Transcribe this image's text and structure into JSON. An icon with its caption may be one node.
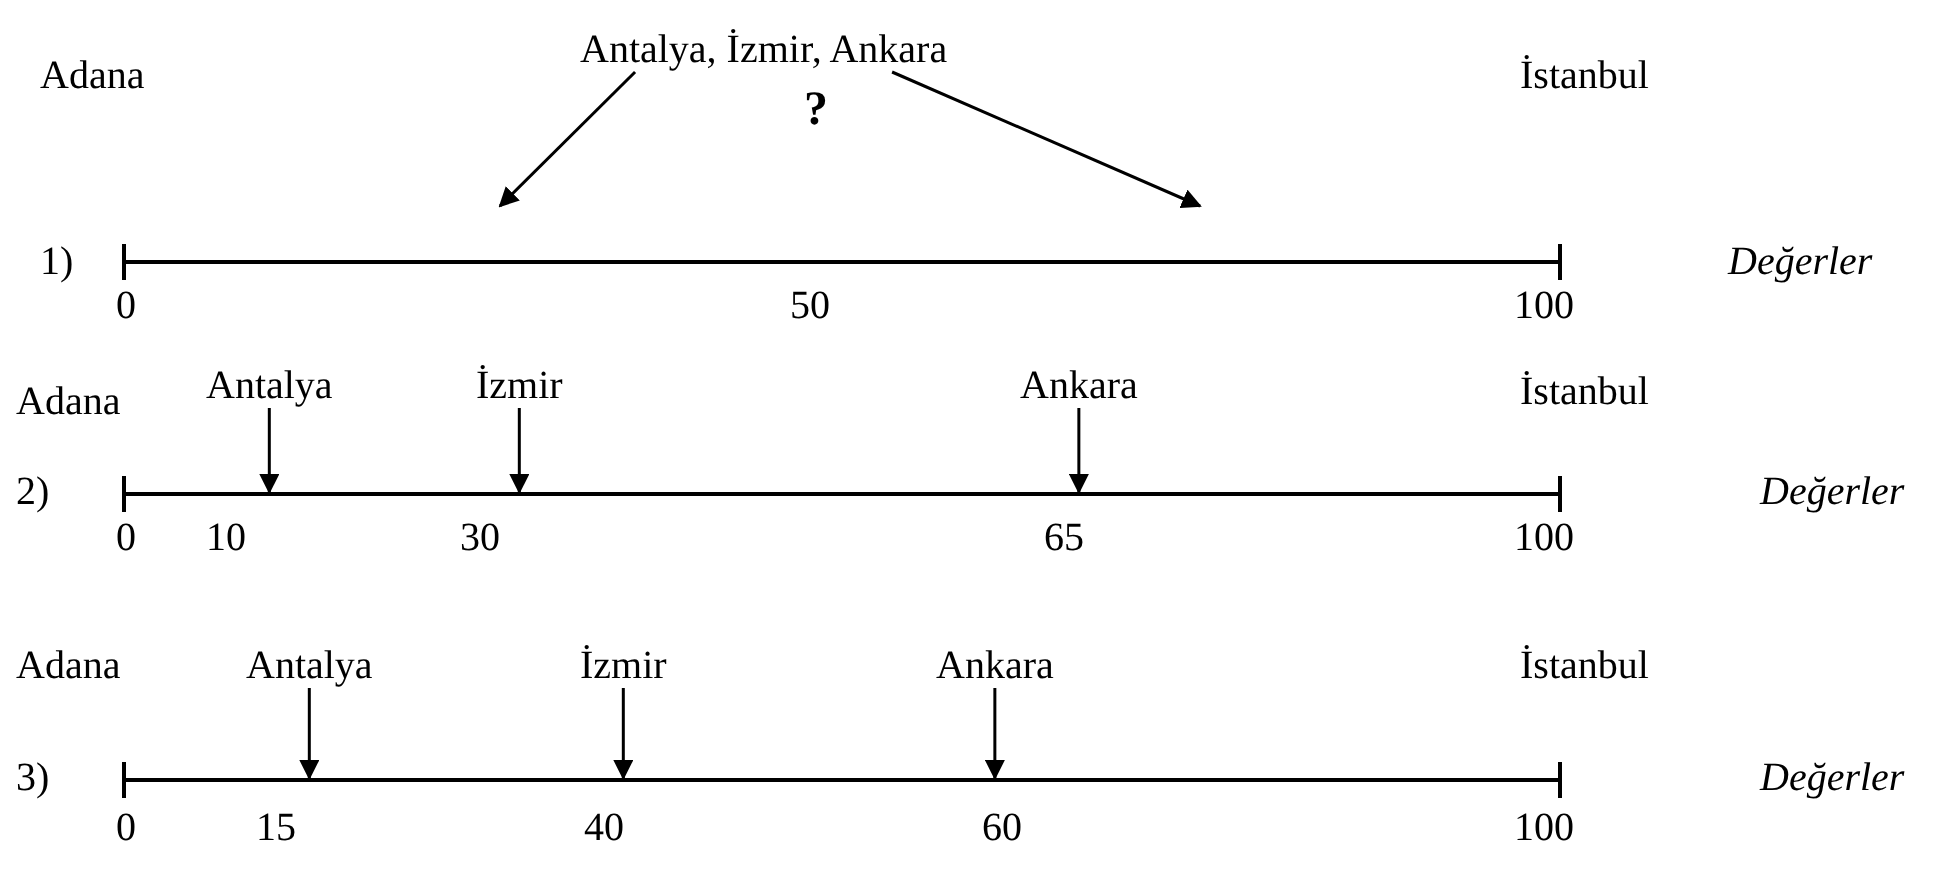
{
  "diagram": {
    "nodes": [
      {
        "text": [
          "Antalya, İzmir, Ankara"
        ]
      },
      {
        "text": [],
        "shape": "bar"
      },
      {
        "text": [
          "Antalya"
        ]
      },
      {
        "text": [
          "İzmir"
        ]
      },
      {
        "text": [
          "Ankara"
        ]
      },
      {
        "text": [],
        "shape": "bar"
      },
      {
        "text": [
          "Antalya"
        ]
      },
      {
        "text": [
          "İzmir"
        ]
      },
      {
        "text": [
          "Ankara"
        ]
      },
      {
        "text": [],
        "shape": "bar"
      }
    ],
    "edges": [
      {
        "from": 0,
        "to": null,
        "arrow": "to"
      },
      {
        "from": 0,
        "to": null,
        "arrow": "to"
      },
      {
        "from": 2,
        "to": 5,
        "arrow": "to"
      },
      {
        "from": 3,
        "to": 5,
        "arrow": "to"
      },
      {
        "from": 4,
        "to": 5,
        "arrow": "to"
      },
      {
        "from": 6,
        "to": 9,
        "arrow": "to"
      },
      {
        "from": 7,
        "to": 9,
        "arrow": "to"
      },
      {
        "from": 8,
        "to": 9,
        "arrow": "to"
      }
    ],
    "labels": [
      "Adana",
      "?",
      "İstanbul",
      "1)",
      "Değerler",
      "0",
      "50",
      "100",
      "Adana",
      "İstanbul",
      "2)",
      "Değerler",
      "0",
      "10",
      "30",
      "65",
      "100",
      "Adana",
      "İstanbul",
      "3)",
      "Değerler",
      "0",
      "15",
      "40",
      "60",
      "100"
    ]
  }
}
